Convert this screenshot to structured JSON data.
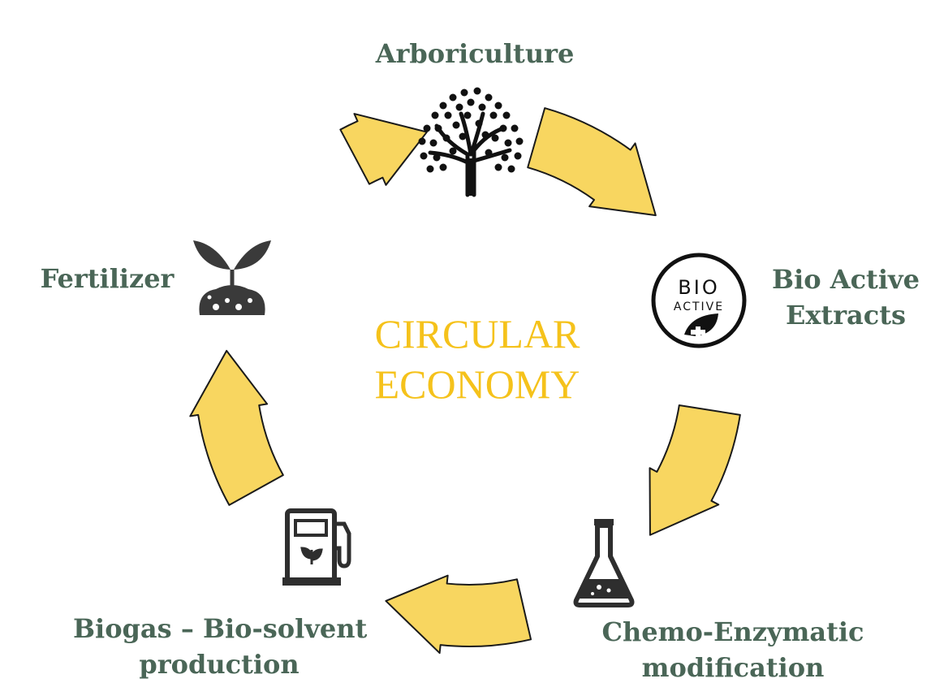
{
  "center": {
    "line1": "CIRCULAR",
    "line2": "ECONOMY"
  },
  "nodes": {
    "arboriculture": {
      "label": "Arboriculture",
      "icon": "tree-icon"
    },
    "bio_active": {
      "line1": "Bio Active",
      "line2": "Extracts",
      "icon": "bio-active-badge-icon",
      "badge_top": "BIO",
      "badge_bottom": "ACTIVE"
    },
    "chemo": {
      "line1": "Chemo-Enzymatic",
      "line2": "modification",
      "icon": "flask-icon"
    },
    "biogas": {
      "line1": "Biogas – Bio-solvent",
      "line2": "production",
      "icon": "fuel-pump-icon"
    },
    "fertilizer": {
      "label": "Fertilizer",
      "icon": "sprout-icon"
    }
  },
  "colors": {
    "arrow_fill": "#f8d660",
    "arrow_stroke": "#1a1a1a",
    "center_text": "#f5c21b",
    "label_text": "#4a6657",
    "icon_dark": "#2e2e2e"
  }
}
